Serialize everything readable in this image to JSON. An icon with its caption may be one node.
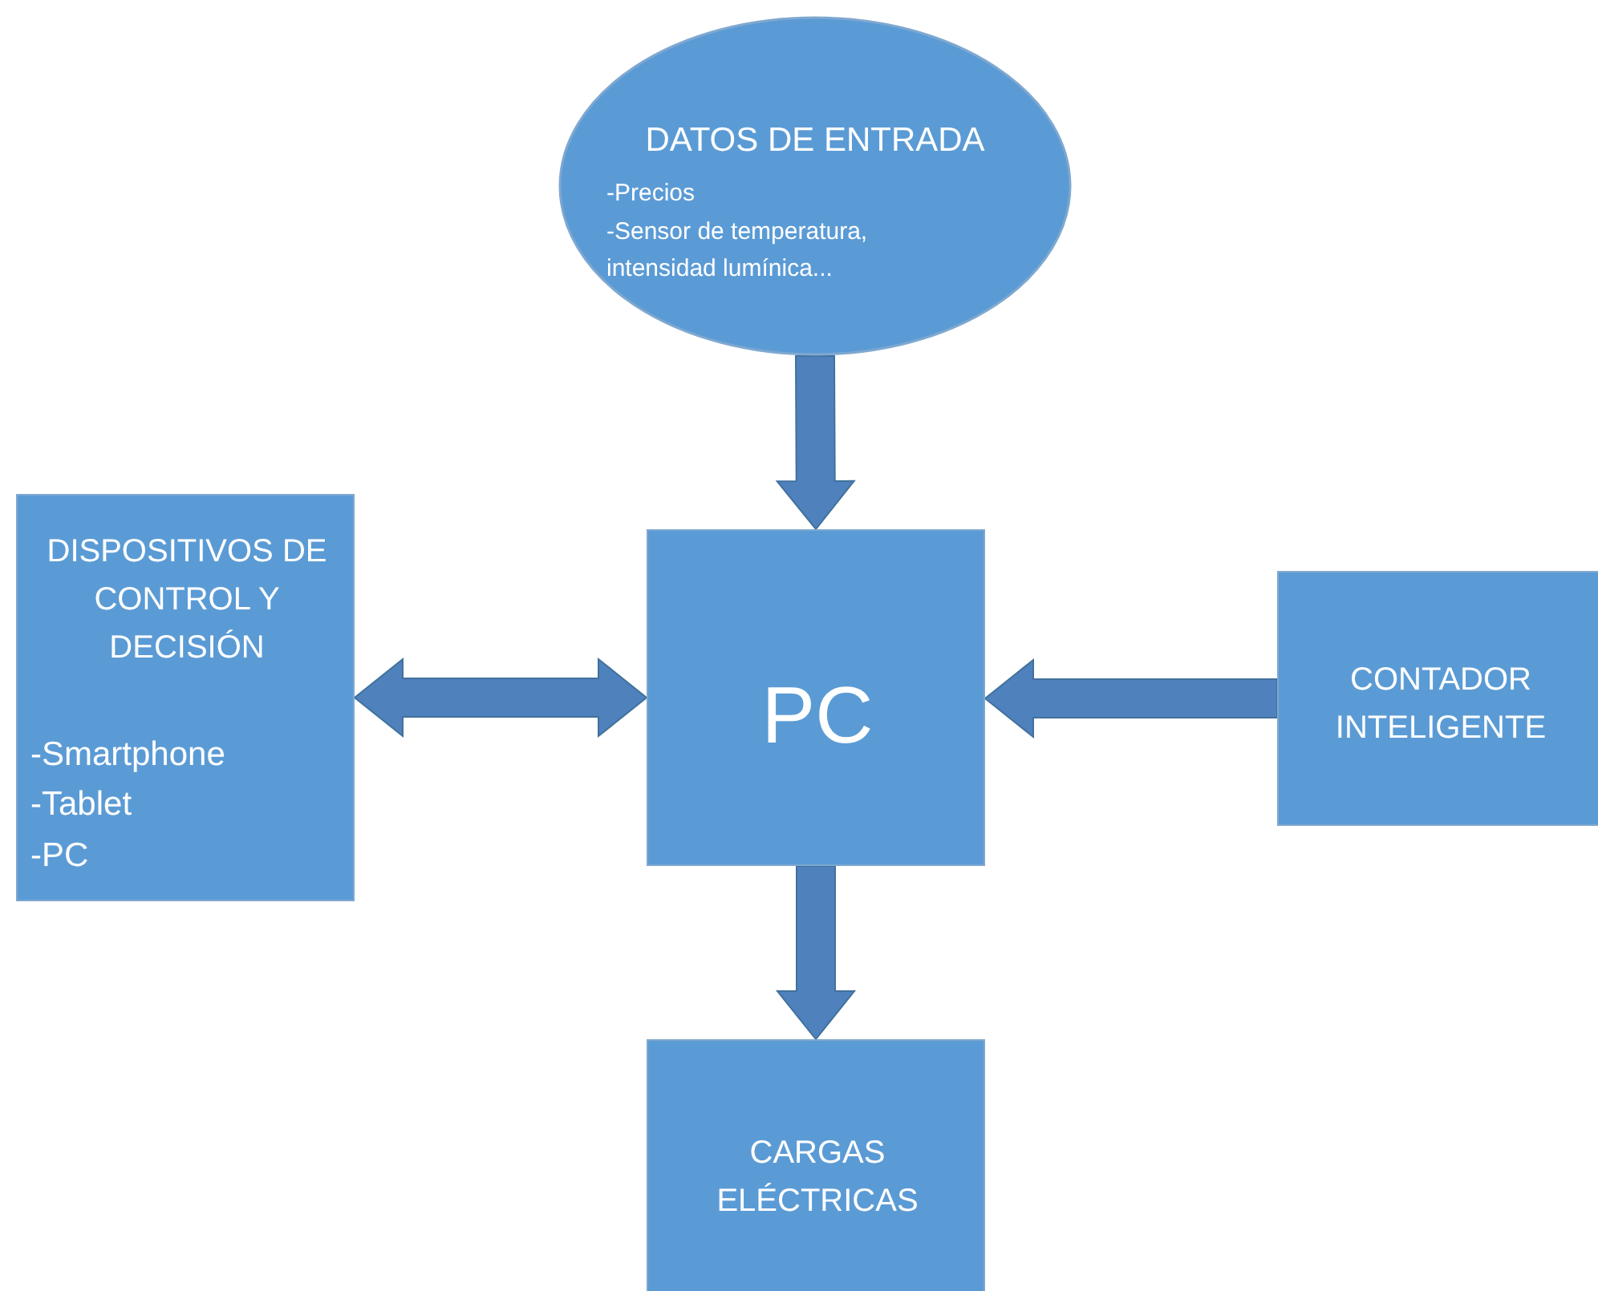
{
  "diagram": {
    "nodes": [
      {
        "text": [
          "DATOS DE ENTRADA",
          "-Precios",
          "-Sensor de temperatura, intensidad lumínica..."
        ]
      },
      {
        "text": [
          "PC"
        ]
      },
      {
        "text": [
          "DISPOSITIVOS DE CONTROL Y DECISIÓN",
          "-Smartphone",
          "-Tablet",
          "-PC"
        ]
      },
      {
        "text": [
          "CONTADOR INTELIGENTE"
        ]
      },
      {
        "text": [
          "CARGAS ELÉCTRICAS"
        ]
      }
    ],
    "edges": [
      {
        "from": 0,
        "to": 1,
        "arrow": "to"
      },
      {
        "from": 2,
        "to": 1,
        "arrow": "both"
      },
      {
        "from": 3,
        "to": 1,
        "arrow": "to"
      },
      {
        "from": 1,
        "to": 4,
        "arrow": "to"
      }
    ]
  }
}
